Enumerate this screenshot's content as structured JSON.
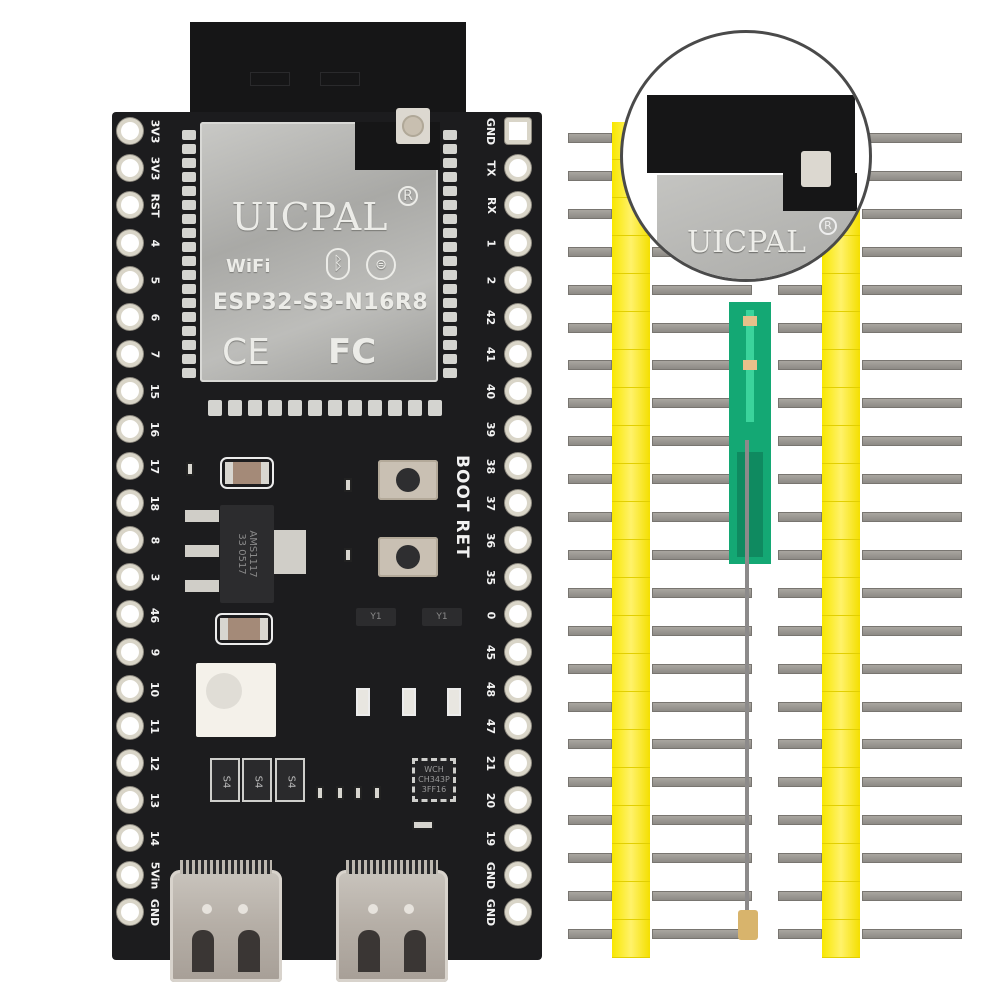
{
  "image": {
    "subject": "ESP32-S3 development board with pin headers and external antenna",
    "colors": {
      "background": "#ffffff",
      "pcb": "#1c1c1e",
      "header_plastic": "#f6e300",
      "antenna_pcb": "#14a874",
      "module_shield": "#b4b4b1"
    }
  },
  "module": {
    "brand": "UICPAL",
    "registered_mark": "R",
    "wifi_label": "WiFi",
    "bluetooth_mark": "ᛒ",
    "telec_mark": "⊜",
    "model": "ESP32-S3-N16R8",
    "ce_mark": "CE",
    "fcc_mark": "FC"
  },
  "pins": {
    "left": [
      "3V3",
      "3V3",
      "RST",
      "4",
      "5",
      "6",
      "7",
      "15",
      "16",
      "17",
      "18",
      "8",
      "3",
      "46",
      "9",
      "10",
      "11",
      "12",
      "13",
      "14",
      "5Vin",
      "GND"
    ],
    "right": [
      "GND",
      "TX",
      "RX",
      "1",
      "2",
      "42",
      "41",
      "40",
      "39",
      "38",
      "37",
      "36",
      "35",
      "0",
      "45",
      "48",
      "47",
      "21",
      "20",
      "19",
      "GND",
      "GND"
    ]
  },
  "silkscreen": {
    "boot_label": "BOOT",
    "reset_label": "RET"
  },
  "components": {
    "regulator": {
      "line1": "AMS1117",
      "line2": "33 0517"
    },
    "transistor_marking": "Y1",
    "diode_marking": "S4",
    "usb_uart_chip": {
      "line1": "CH343P",
      "line2": "3FF16",
      "line3": "WCH"
    },
    "usb_ports": [
      "USB-C",
      "USB-C"
    ]
  },
  "accessories": {
    "pin_headers": {
      "count": 2,
      "pins_each": 22
    },
    "antenna": "2.4GHz PCB antenna with IPEX cable"
  },
  "inset": {
    "brand": "UICPAL",
    "registered_mark": "R"
  }
}
